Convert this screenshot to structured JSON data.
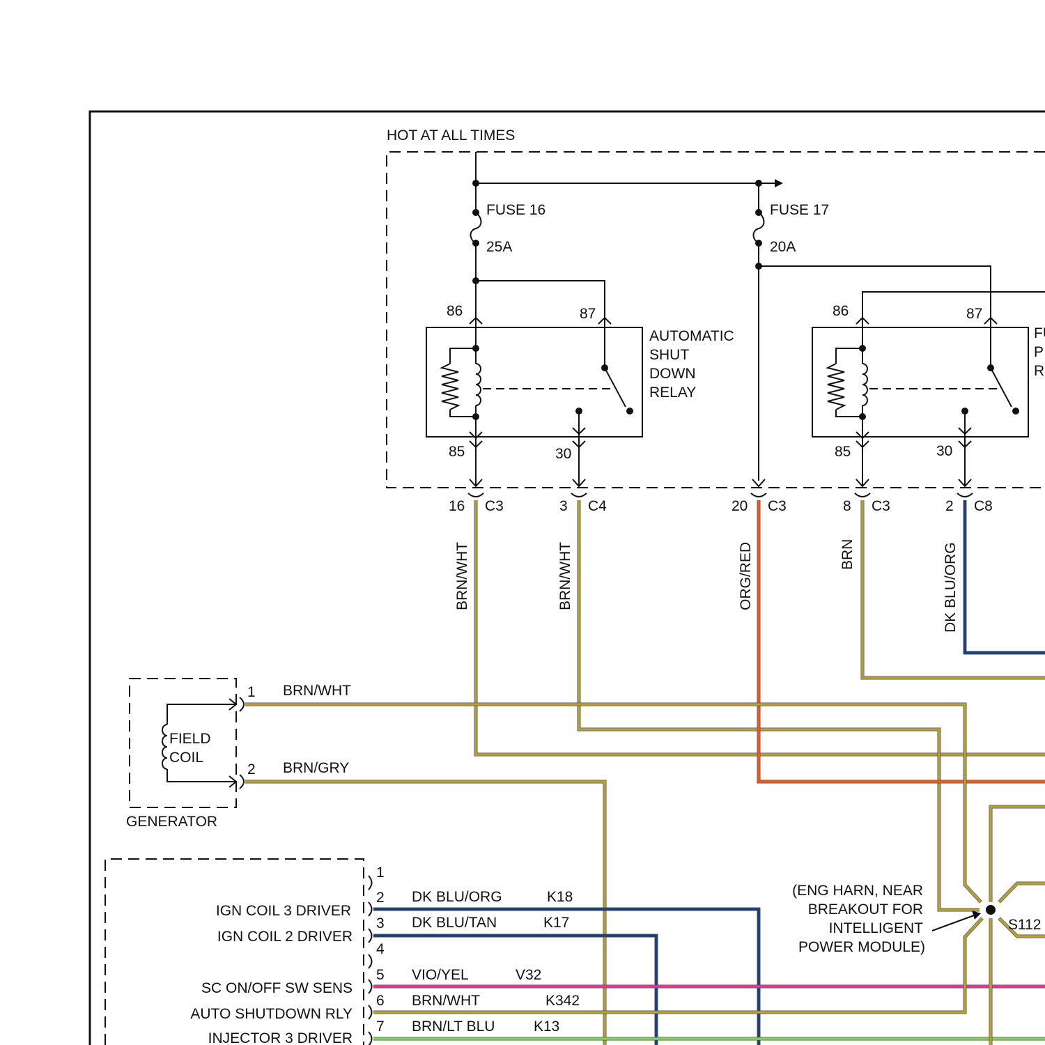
{
  "hot_label": "HOT AT ALL TIMES",
  "fuse16": {
    "name": "FUSE 16",
    "rating": "25A"
  },
  "fuse17": {
    "name": "FUSE 17",
    "rating": "20A"
  },
  "asd_relay": {
    "lines": [
      "AUTOMATIC",
      "SHUT",
      "DOWN",
      "RELAY"
    ],
    "pins": {
      "p86": "86",
      "p87": "87",
      "p85": "85",
      "p30": "30"
    }
  },
  "fp_relay": {
    "lines": [
      "FU",
      "P",
      "R"
    ],
    "pins": {
      "p86": "86",
      "p87": "87",
      "p85": "85",
      "p30": "30"
    }
  },
  "connectors": [
    {
      "pin": "16",
      "conn": "C3"
    },
    {
      "pin": "3",
      "conn": "C4"
    },
    {
      "pin": "20",
      "conn": "C3"
    },
    {
      "pin": "8",
      "conn": "C3"
    },
    {
      "pin": "2",
      "conn": "C8"
    }
  ],
  "vertical_wires": [
    "BRN/WHT",
    "BRN/WHT",
    "ORG/RED",
    "BRN",
    "DK BLU/ORG"
  ],
  "generator": {
    "label": "GENERATOR",
    "coil_lines": [
      "FIELD",
      "COIL"
    ],
    "pins": [
      {
        "pin": "1",
        "wire": "BRN/WHT"
      },
      {
        "pin": "2",
        "wire": "BRN/GRY"
      }
    ]
  },
  "module_pins": [
    {
      "pin": "1",
      "label": "",
      "wire": "",
      "circuit": ""
    },
    {
      "pin": "2",
      "label": "IGN COIL 3 DRIVER",
      "wire": "DK BLU/ORG",
      "circuit": "K18"
    },
    {
      "pin": "3",
      "label": "IGN COIL 2 DRIVER",
      "wire": "DK BLU/TAN",
      "circuit": "K17"
    },
    {
      "pin": "4",
      "label": "",
      "wire": "",
      "circuit": ""
    },
    {
      "pin": "5",
      "label": "SC ON/OFF SW SENS",
      "wire": "VIO/YEL",
      "circuit": "V32"
    },
    {
      "pin": "6",
      "label": "AUTO SHUTDOWN RLY",
      "wire": "BRN/WHT",
      "circuit": "K342"
    },
    {
      "pin": "7",
      "label": "INJECTOR 3 DRIVER",
      "wire": "BRN/LT BLU",
      "circuit": "K13"
    }
  ],
  "splice": {
    "id": "S112",
    "note_lines": [
      "(ENG HARN, NEAR",
      "BREAKOUT FOR",
      "INTELLIGENT",
      "POWER MODULE)"
    ]
  },
  "colors": {
    "brown_wire": "#b5a03a",
    "org_red_wire": "#ef5b1e",
    "blue_wire": "#1f3f7a",
    "violet_wire": "#e8359c",
    "green_wire": "#7fd45a"
  }
}
